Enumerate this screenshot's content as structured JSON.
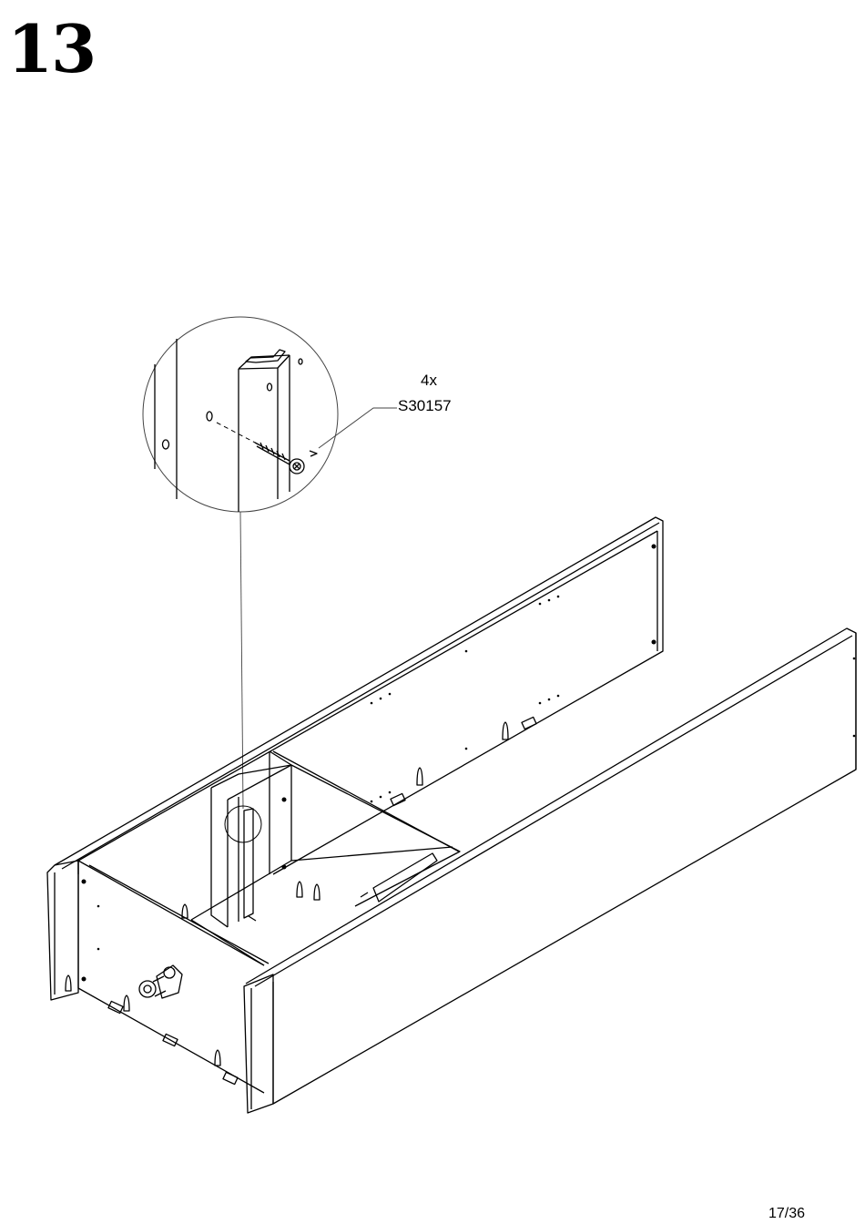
{
  "step": {
    "number": "13"
  },
  "callout": {
    "quantity": "4x",
    "part_code": "S30157"
  },
  "footer": {
    "page": "17/36"
  },
  "icons": {
    "screw": "screw-icon",
    "magnifier": "detail-magnifier-circle"
  },
  "colors": {
    "line": "#000000",
    "background": "#ffffff",
    "thin_line": "#555555"
  }
}
